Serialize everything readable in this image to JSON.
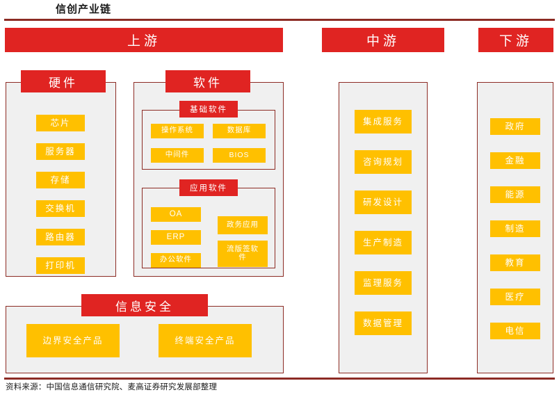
{
  "header": {
    "title": "信创产业链",
    "source": "资料来源：中国信息通信研究院、麦高证券研究发展部整理"
  },
  "colors": {
    "red": "#e02422",
    "dark_red_border": "#8c2b24",
    "yellow": "#ffc000",
    "panel_grey": "#f0f0f0",
    "white": "#ffffff"
  },
  "sections": {
    "upstream": {
      "banner": "上游",
      "hardware": {
        "chip": "硬件",
        "items": [
          "芯片",
          "服务器",
          "存储",
          "交换机",
          "路由器",
          "打印机"
        ]
      },
      "software": {
        "chip": "软件",
        "basic": {
          "chip": "基础软件",
          "items": [
            "操作系统",
            "数据库",
            "中间件",
            "BIOS"
          ]
        },
        "application": {
          "chip": "应用软件",
          "left_items": [
            "OA",
            "ERP",
            "办公软件"
          ],
          "right_items": [
            "政务应用",
            "流版签软件"
          ]
        }
      },
      "security": {
        "chip": "信息安全",
        "items": [
          "边界安全产品",
          "终端安全产品"
        ]
      }
    },
    "midstream": {
      "banner": "中游",
      "items": [
        "集成服务",
        "咨询规划",
        "研发设计",
        "生产制造",
        "监理服务",
        "数据管理"
      ]
    },
    "downstream": {
      "banner": "下游",
      "items": [
        "政府",
        "金融",
        "能源",
        "制造",
        "教育",
        "医疗",
        "电信"
      ]
    }
  }
}
